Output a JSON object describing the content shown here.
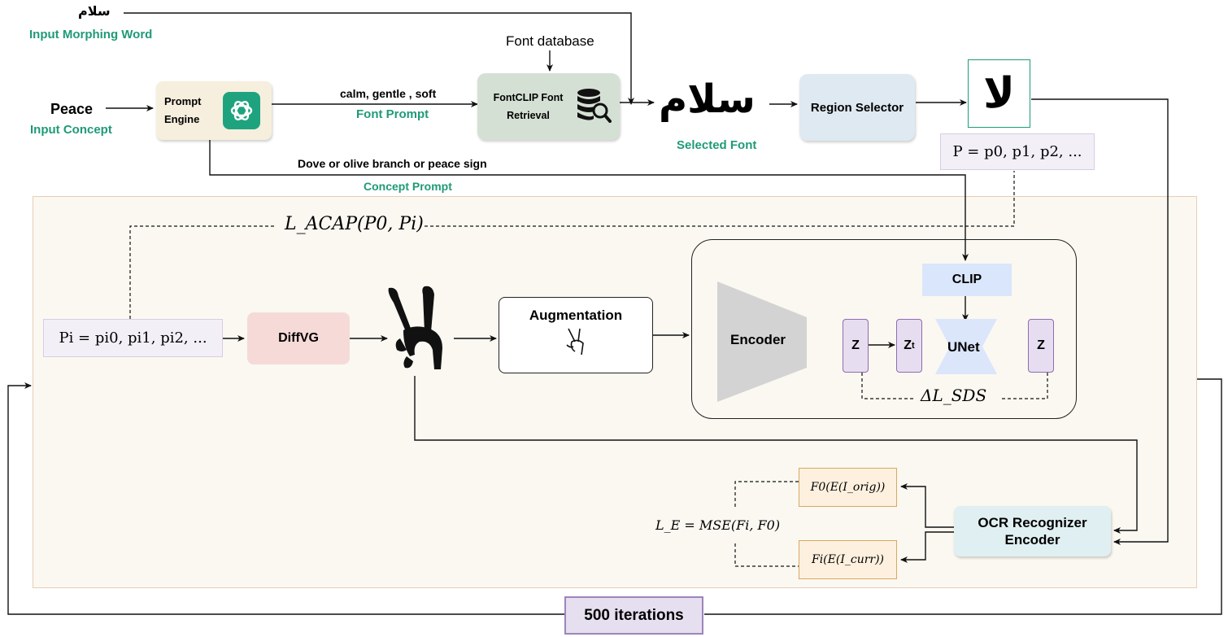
{
  "inputs": {
    "morph_word": "سلام",
    "morph_word_caption": "Input Morphing Word",
    "concept": "Peace",
    "concept_caption": "Input Concept"
  },
  "prompt_engine": {
    "label": "Prompt Engine"
  },
  "font_prompt": {
    "text": "calm, gentle , soft",
    "caption": "Font Prompt"
  },
  "font_db": {
    "label": "Font database"
  },
  "fontclip": {
    "label": "FontCLIP Font Retrieval"
  },
  "selected_font": {
    "word": "سلام",
    "caption": "Selected Font"
  },
  "region_selector": {
    "label": "Region Selector"
  },
  "region_glyph": "لا",
  "p_formula": "P = p0, p1, p2, ...",
  "concept_prompt": {
    "text": "Dove or olive branch or peace sign",
    "caption": "Concept Prompt"
  },
  "loss_acap": "L_ACAP(P0, Pi)",
  "pi_formula": "Pi = pi0, pi1, pi2, ...",
  "diffvg": {
    "label": "DiffVG"
  },
  "augmentation": {
    "label": "Augmentation"
  },
  "clip": {
    "label": "CLIP"
  },
  "encoder": {
    "label": "Encoder"
  },
  "z1": "Z",
  "zt": "Z",
  "zt_sub": "t",
  "unet": {
    "label": "UNet"
  },
  "z2": "Z",
  "delta_sds": "ΔL_SDS",
  "f0": "F0(E(I_orig))",
  "fi": "Fi(E(I_curr))",
  "mse": "L_E = MSE(Fi, F0)",
  "ocr": {
    "label_line1": "OCR Recognizer",
    "label_line2": "Encoder"
  },
  "iterations": {
    "label": "500 iterations"
  },
  "colors": {
    "green": "#1f9a78",
    "prompt_engine_bg": "#f6efdd",
    "fontclip_bg": "#d5e0d4",
    "region_bg": "#dfe9f1",
    "formula_bg": "#f3eff7",
    "diffvg_bg": "#f5dad8",
    "clip_bg": "#d9e6fb",
    "z_bg": "#e7ddf0",
    "z_border": "#8f6bb1",
    "f_bg": "#fdf0de",
    "f_border": "#d6a964",
    "ocr_bg": "#e0eff2",
    "iter_bg": "#e6dff0",
    "iter_border": "#9d85bb",
    "panel_bg": "#fbf8f1",
    "panel_border": "#e8cdb5"
  }
}
